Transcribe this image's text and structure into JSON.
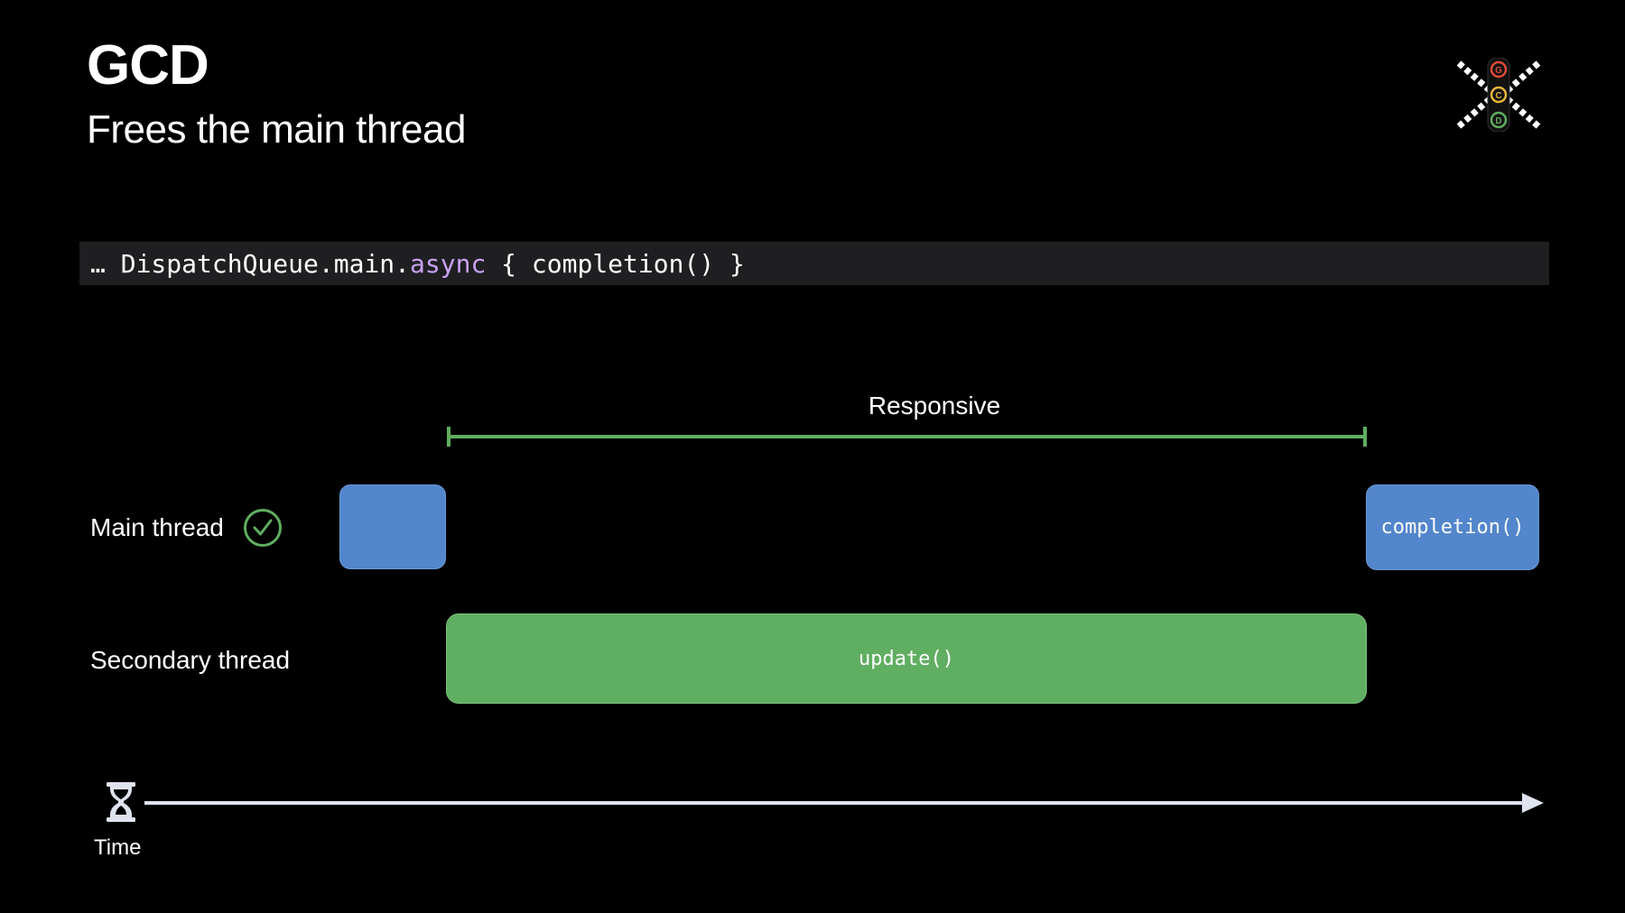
{
  "slide": {
    "title": "GCD",
    "subtitle": "Frees the main thread"
  },
  "code": {
    "prefix": "… DispatchQueue.main.",
    "keyword": "async",
    "suffix": " { completion() }"
  },
  "diagram": {
    "span_label": "Responsive",
    "rows": {
      "main": {
        "label": "Main thread",
        "status_icon": "checkmark-circle-icon",
        "completion_label": "completion()"
      },
      "secondary": {
        "label": "Secondary thread",
        "task_label": "update()"
      }
    },
    "time_label": "Time"
  },
  "colors": {
    "background": "#000000",
    "code_bar": "#1f1f22",
    "keyword": "#c8a1f0",
    "main_block": "#5386cc",
    "secondary_block": "#60ae62",
    "responsive_bar": "#5fae60",
    "check": "#5fae60",
    "axis": "#dfe3ee"
  }
}
